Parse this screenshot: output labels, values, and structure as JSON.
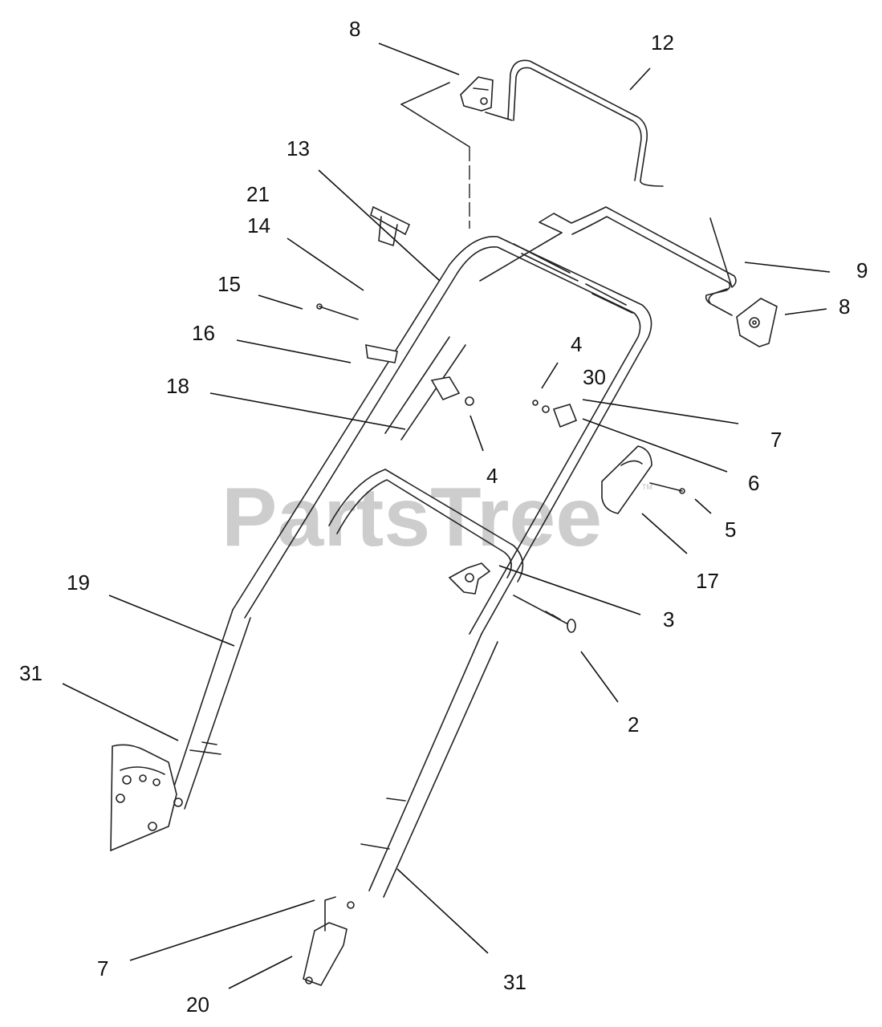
{
  "watermark": {
    "text": "PartsTree",
    "trademark": "TM"
  },
  "labels": [
    {
      "id": "lbl-8-top",
      "text": "8"
    },
    {
      "id": "lbl-12",
      "text": "12"
    },
    {
      "id": "lbl-13",
      "text": "13"
    },
    {
      "id": "lbl-21",
      "text": "21"
    },
    {
      "id": "lbl-14",
      "text": "14"
    },
    {
      "id": "lbl-15",
      "text": "15"
    },
    {
      "id": "lbl-16",
      "text": "16"
    },
    {
      "id": "lbl-18",
      "text": "18"
    },
    {
      "id": "lbl-9",
      "text": "9"
    },
    {
      "id": "lbl-8-right",
      "text": "8"
    },
    {
      "id": "lbl-4-upper",
      "text": "4"
    },
    {
      "id": "lbl-30",
      "text": "30"
    },
    {
      "id": "lbl-7-right",
      "text": "7"
    },
    {
      "id": "lbl-6",
      "text": "6"
    },
    {
      "id": "lbl-4-lower",
      "text": "4"
    },
    {
      "id": "lbl-5",
      "text": "5"
    },
    {
      "id": "lbl-17",
      "text": "17"
    },
    {
      "id": "lbl-3",
      "text": "3"
    },
    {
      "id": "lbl-19",
      "text": "19"
    },
    {
      "id": "lbl-31-left",
      "text": "31"
    },
    {
      "id": "lbl-2",
      "text": "2"
    },
    {
      "id": "lbl-7-left",
      "text": "7"
    },
    {
      "id": "lbl-31-bottom",
      "text": "31"
    },
    {
      "id": "lbl-20",
      "text": "20"
    }
  ]
}
